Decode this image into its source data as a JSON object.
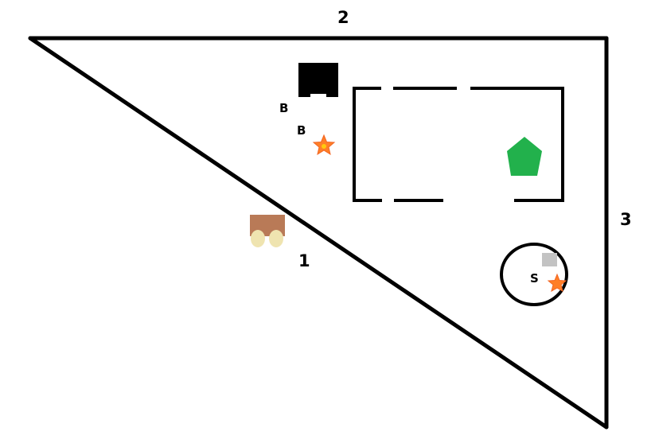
{
  "labels": {
    "side_1": "1",
    "side_2": "2",
    "side_3": "3",
    "b_upper": "B",
    "b_lower": "B",
    "s": "S"
  },
  "colors": {
    "outline": "#000000",
    "black_block": "#000000",
    "star_fill": "#ff7f27",
    "star_center": "#ffc90e",
    "pentagon": "#22b14c",
    "cart_body": "#b97a57",
    "cart_wheels": "#efe4b0",
    "gray_square": "#c3c3c3"
  },
  "icons": {
    "black_block": "black-block-icon",
    "star": "star-icon",
    "pentagon": "pentagon-icon",
    "cart": "cart-icon",
    "square": "gray-square-icon"
  }
}
